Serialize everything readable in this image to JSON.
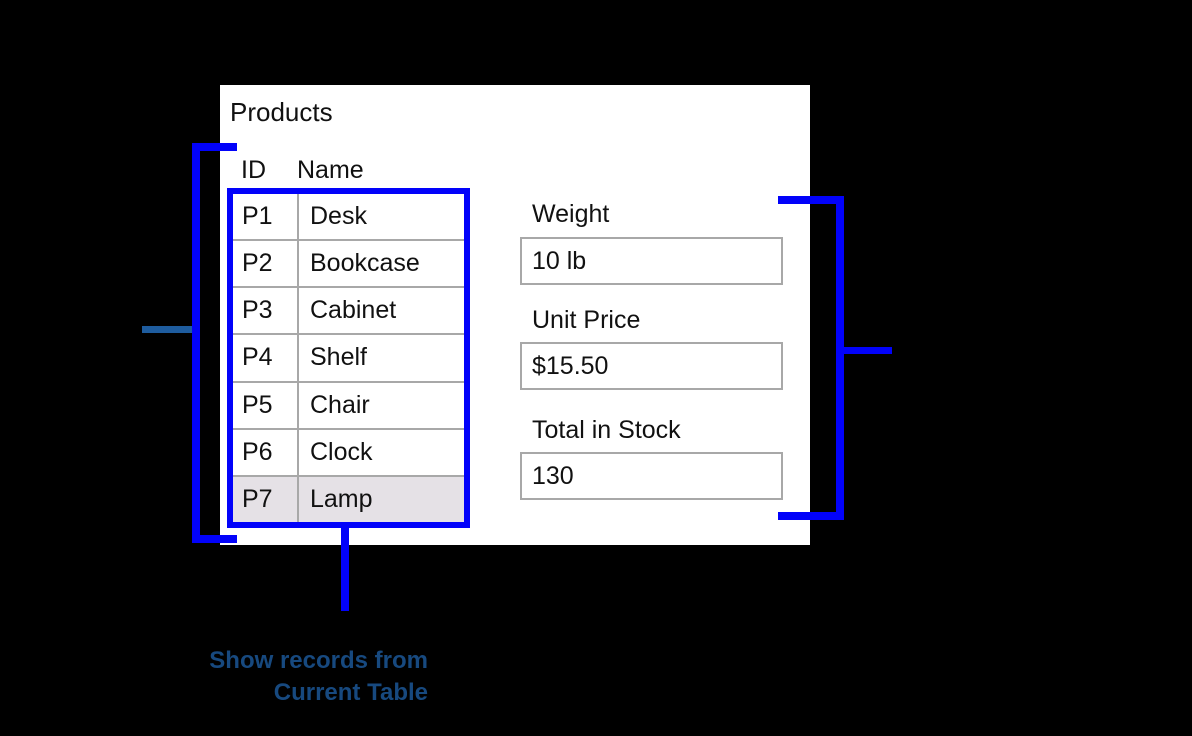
{
  "window": {
    "title": "Products"
  },
  "table": {
    "columns": [
      "ID",
      "Name"
    ],
    "rows": [
      {
        "id": "P1",
        "name": "Desk"
      },
      {
        "id": "P2",
        "name": "Bookcase"
      },
      {
        "id": "P3",
        "name": "Cabinet"
      },
      {
        "id": "P4",
        "name": "Shelf"
      },
      {
        "id": "P5",
        "name": "Chair"
      },
      {
        "id": "P6",
        "name": "Clock"
      },
      {
        "id": "P7",
        "name": "Lamp"
      }
    ],
    "highlighted_row_id": "P7"
  },
  "fields": [
    {
      "label": "Weight",
      "value": "10 lb"
    },
    {
      "label": "Unit Price",
      "value": "$15.50"
    },
    {
      "label": "Total in Stock",
      "value": "130"
    }
  ],
  "caption": {
    "line1": "Show records from",
    "line2": "Current Table"
  },
  "colors": {
    "background": "#000000",
    "panel": "#ffffff",
    "bracket_blue": "#0202fa",
    "connector_steel_blue": "#1e5c9e",
    "caption_blue": "#17497f",
    "grid_gray": "#a8a8a8",
    "highlight_row": "#e5e1e6",
    "text": "#111111"
  }
}
